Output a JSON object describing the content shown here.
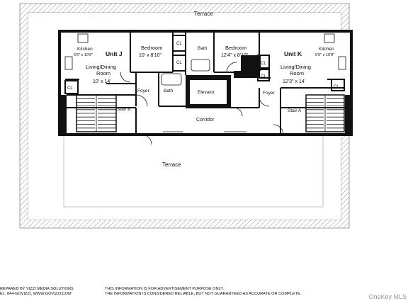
{
  "plan": {
    "terrace_top": "Terrace",
    "terrace_bottom": "Terrace",
    "unit_j": {
      "unit": "Unit J",
      "kitchen": "Kitchen",
      "kitchen_dim": "5'6\" x 10'6\"",
      "living": "Living/Dining",
      "living2": "Room",
      "living_dim": "10' x 14'",
      "bedroom": "Bedroom",
      "bedroom_dim": "10' x 8'10\"",
      "bath_upper": "Bath",
      "bath_lower": "Bath",
      "foyer": "Foyer",
      "stair": "Stair B"
    },
    "unit_k": {
      "unit": "Unit K",
      "kitchen": "Kitchen",
      "kitchen_dim": "5'6\" x 10'8\"",
      "living": "Living/Dining",
      "living2": "Room",
      "living_dim": "12'3\" x 14'",
      "bedroom": "Bedroom",
      "bedroom_dim": "12'4\" x 8'10\"",
      "foyer": "Foyer",
      "stair": "Stair A"
    },
    "elevator": "Elevator",
    "corridor": "Corridor",
    "closet": "CL"
  },
  "footer": {
    "prepared_line1": "REPARED BY VIZZI MEDIA SOLUTIONS",
    "prepared_line2": "EL: 844-GOVIZZI, WWW.GOVIZZI.COM",
    "disclaimer_line1": "THIS INFORMATION IS FOR ADVERTISEMENT PURPOSE ONLY.",
    "disclaimer_line2": "THE INFORMATION IS CONSIDERED RELIABLE, BUT NOT GUARANTEED AS ACCURATE OR COMPLETE."
  },
  "watermark": "OneKey MLS"
}
